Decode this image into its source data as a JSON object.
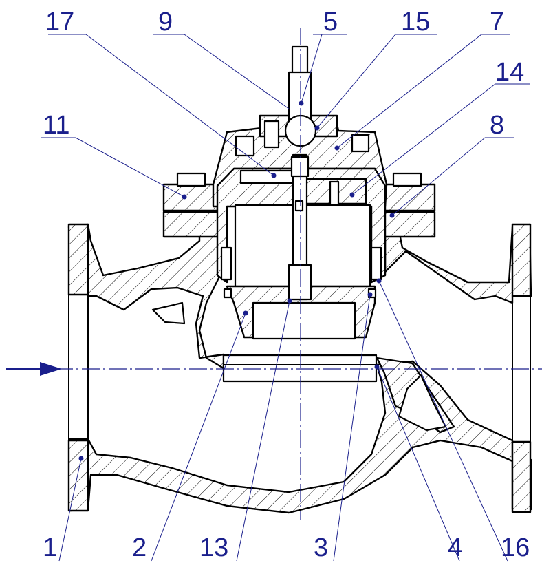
{
  "callouts": [
    {
      "id": "c1",
      "label": "1"
    },
    {
      "id": "c2",
      "label": "2"
    },
    {
      "id": "c3",
      "label": "3"
    },
    {
      "id": "c4",
      "label": "4"
    },
    {
      "id": "c5",
      "label": "5"
    },
    {
      "id": "c7",
      "label": "7"
    },
    {
      "id": "c8",
      "label": "8"
    },
    {
      "id": "c9",
      "label": "9"
    },
    {
      "id": "c11",
      "label": "11"
    },
    {
      "id": "c13",
      "label": "13"
    },
    {
      "id": "c14",
      "label": "14"
    },
    {
      "id": "c15",
      "label": "15"
    },
    {
      "id": "c16",
      "label": "16"
    },
    {
      "id": "c17",
      "label": "17"
    }
  ],
  "colors": {
    "ink": "#000000",
    "annotation": "#1a1f8c",
    "background": "#ffffff"
  }
}
